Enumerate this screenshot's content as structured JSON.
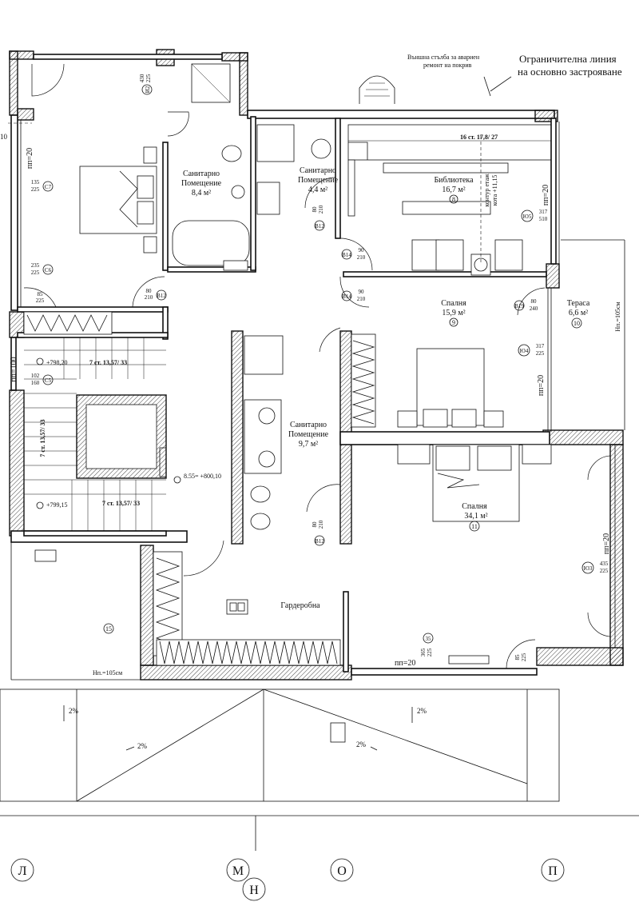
{
  "notes": {
    "ext_stair": [
      "Външна стълба за авариен",
      "ремонт на покрив"
    ],
    "limit_line": [
      "Ограничителна линия",
      "на основно застрояване"
    ]
  },
  "rooms": {
    "bath1": {
      "name": [
        "Санитарно",
        "Помещение"
      ],
      "area": "8,4 м²"
    },
    "bath2": {
      "name": [
        "Санитарно",
        "Помещение"
      ],
      "area": "4,4 м²"
    },
    "library": {
      "name": "Библиотека",
      "area": "16,7 м²",
      "num": "8"
    },
    "bedroom9": {
      "name": "Спалня",
      "area": "15,9 м²",
      "num": "9"
    },
    "terrace": {
      "name": "Тераса",
      "area": "6,6 м²",
      "num": "10"
    },
    "bath3": {
      "name": [
        "Санитарно",
        "Помещение"
      ],
      "area": "9,7 м²"
    },
    "bedroom11": {
      "name": "Спалня",
      "area": "34,1 м²",
      "num": "11"
    },
    "wardrobe": {
      "name": "Гардеробна"
    },
    "room15": {
      "num": "15"
    }
  },
  "labels": {
    "floor_contour": [
      "контур етаж",
      "кота +11,15"
    ],
    "pp20": "пп=20",
    "pp100": "пп=100",
    "hp105": "Нп.=105см",
    "cut10": "10"
  },
  "stairs": {
    "top": "16 ст. 17,8/ 27",
    "s1": "7 ст. 13,57/ 33",
    "s2": "7 ст. 13,57/ 33",
    "s3": "7 ст. 13,57/ 33",
    "lvl1": "+798,20",
    "lvl2": "+799,15",
    "lvl3": "8.55= +800,10"
  },
  "openings": {
    "I2": {
      "code": "И2",
      "dim": [
        "430",
        "225"
      ]
    },
    "C7": {
      "code": "С7",
      "dim": [
        "135",
        "225"
      ]
    },
    "C6": {
      "code": "С6",
      "dim": [
        "235",
        "225"
      ]
    },
    "C5": {
      "code": "С5",
      "dim": [
        "102",
        "160"
      ]
    },
    "Yu5": {
      "code": "Ю5",
      "dim": [
        "317",
        "510"
      ]
    },
    "Yu4": {
      "code": "Ю4",
      "dim": [
        "317",
        "225"
      ]
    },
    "Yu3": {
      "code": "Ю3",
      "dim": [
        "435",
        "225"
      ]
    },
    "B12a": {
      "code": "В12",
      "dim": [
        "80",
        "210"
      ]
    },
    "B12b": {
      "code": "В12",
      "dim": [
        "80",
        "210"
      ]
    },
    "B12c": {
      "code": "В12",
      "dim": [
        "80",
        "210"
      ]
    },
    "B14a": {
      "code": "В14",
      "dim": [
        "90",
        "210"
      ]
    },
    "B14b": {
      "code": "В14",
      "dim": [
        "90",
        "210"
      ]
    },
    "B19": {
      "code": "В19",
      "dim": [
        "80",
        "240"
      ]
    },
    "w85a": {
      "dim": [
        "85",
        "225"
      ]
    },
    "w85b": {
      "dim": [
        "85",
        "225"
      ]
    },
    "n35": {
      "num": "35",
      "dim": [
        "365",
        "225"
      ]
    }
  },
  "slopes": [
    "2%",
    "2%",
    "2%",
    "2%"
  ],
  "axes": [
    "Л",
    "М",
    "Н",
    "О",
    "П"
  ]
}
